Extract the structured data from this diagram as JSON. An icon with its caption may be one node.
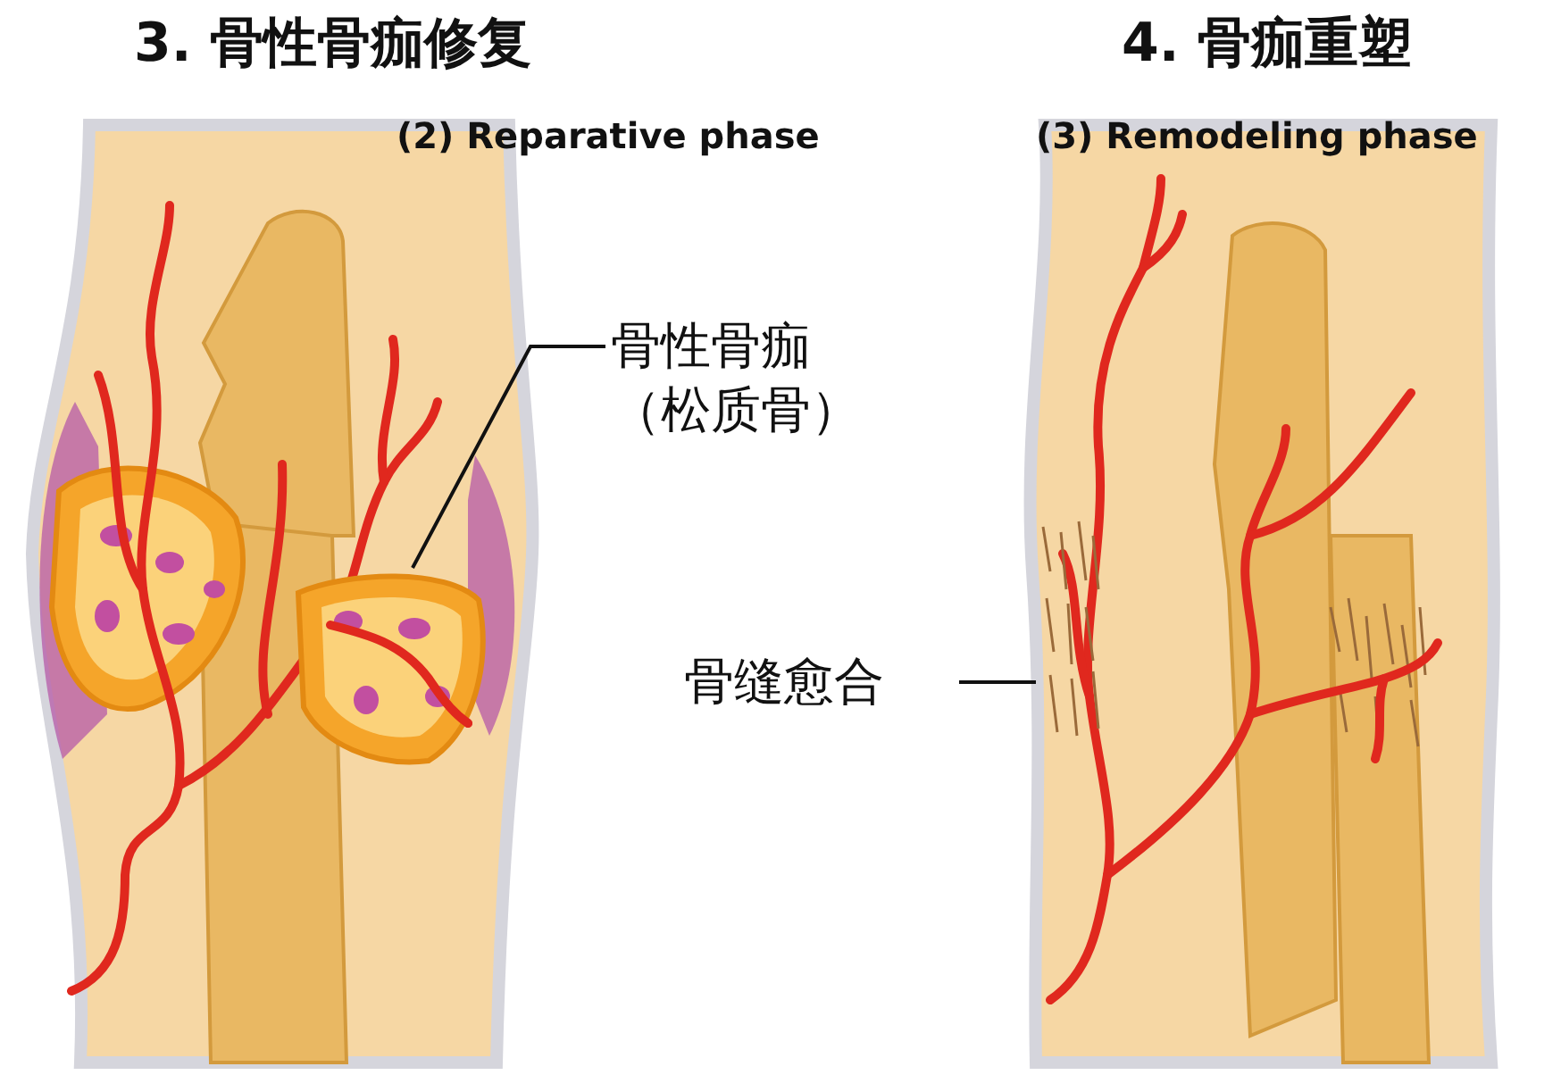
{
  "diagram": {
    "nodes": [
      {
        "text": [
          "骨性骨痂（松质骨）"
        ]
      },
      {
        "text": [],
        "shape": "picture"
      },
      {
        "text": [
          "骨缝愈合"
        ]
      },
      {
        "text": [],
        "shape": "picture"
      }
    ],
    "edges": [
      {
        "from": 0,
        "to": 1,
        "arrow": "none"
      },
      {
        "from": 2,
        "to": 3,
        "arrow": "none"
      }
    ],
    "labels": [
      "3. 骨性骨痂修复",
      "(2) Reparative phase",
      "4. 骨痂重塑",
      "(3) Remodeling phase"
    ]
  }
}
